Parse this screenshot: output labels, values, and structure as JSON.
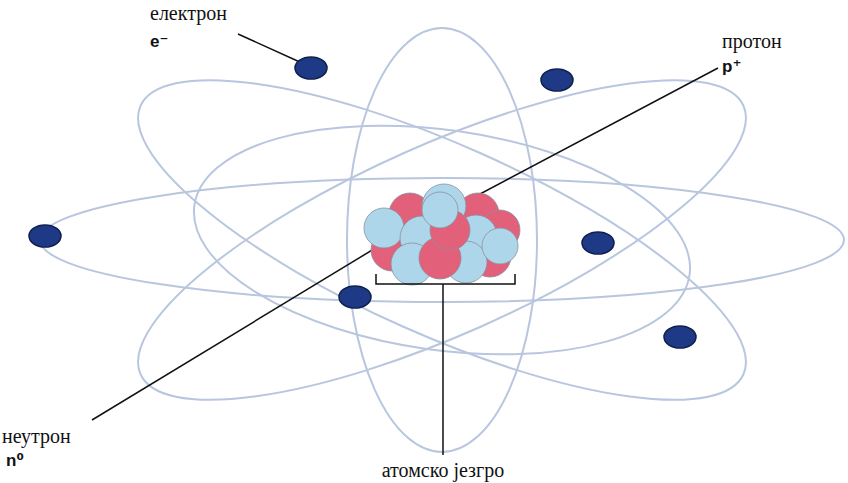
{
  "diagram": {
    "labels": [
      "електрон",
      "e⁻",
      "протон",
      "p⁺",
      "неутрон",
      "n⁰",
      "атомско језгро"
    ]
  }
}
